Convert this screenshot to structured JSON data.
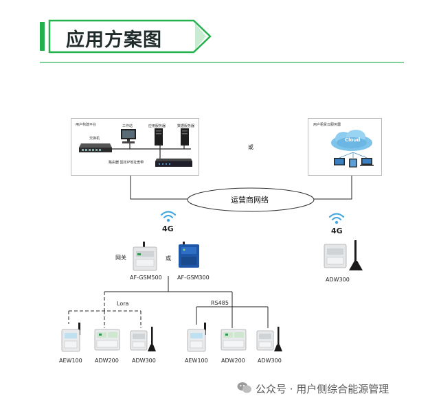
{
  "header": {
    "title": "应用方案图",
    "accent_color": "#22b14c"
  },
  "left_box": {
    "platform_label": "用户构建平台",
    "switch_label": "交换机",
    "workstation_label": "工作站",
    "app_server_label": "应用服务器",
    "db_server_label": "数据服务器",
    "router_label": "路由器 固定IP地址宽带"
  },
  "or_label": "或",
  "right_box": {
    "cloud_server_label": "用户租赁云服务器",
    "cloud_label": "Cloud"
  },
  "network_label": "运营商网络",
  "signal_label": "4G",
  "gateway": {
    "label": "网关",
    "or_label": "或",
    "device1": "AF-GSM500",
    "device2": "AF-GSM300"
  },
  "right_device": "ADW300",
  "buses": {
    "lora": "Lora",
    "rs485": "RS485"
  },
  "bottom_left": [
    "AEW100",
    "ADW200",
    "ADW300"
  ],
  "bottom_right": [
    "AEW100",
    "ADW200",
    "ADW300"
  ],
  "watermark": "公众号 · 用户侧综合能源管理"
}
